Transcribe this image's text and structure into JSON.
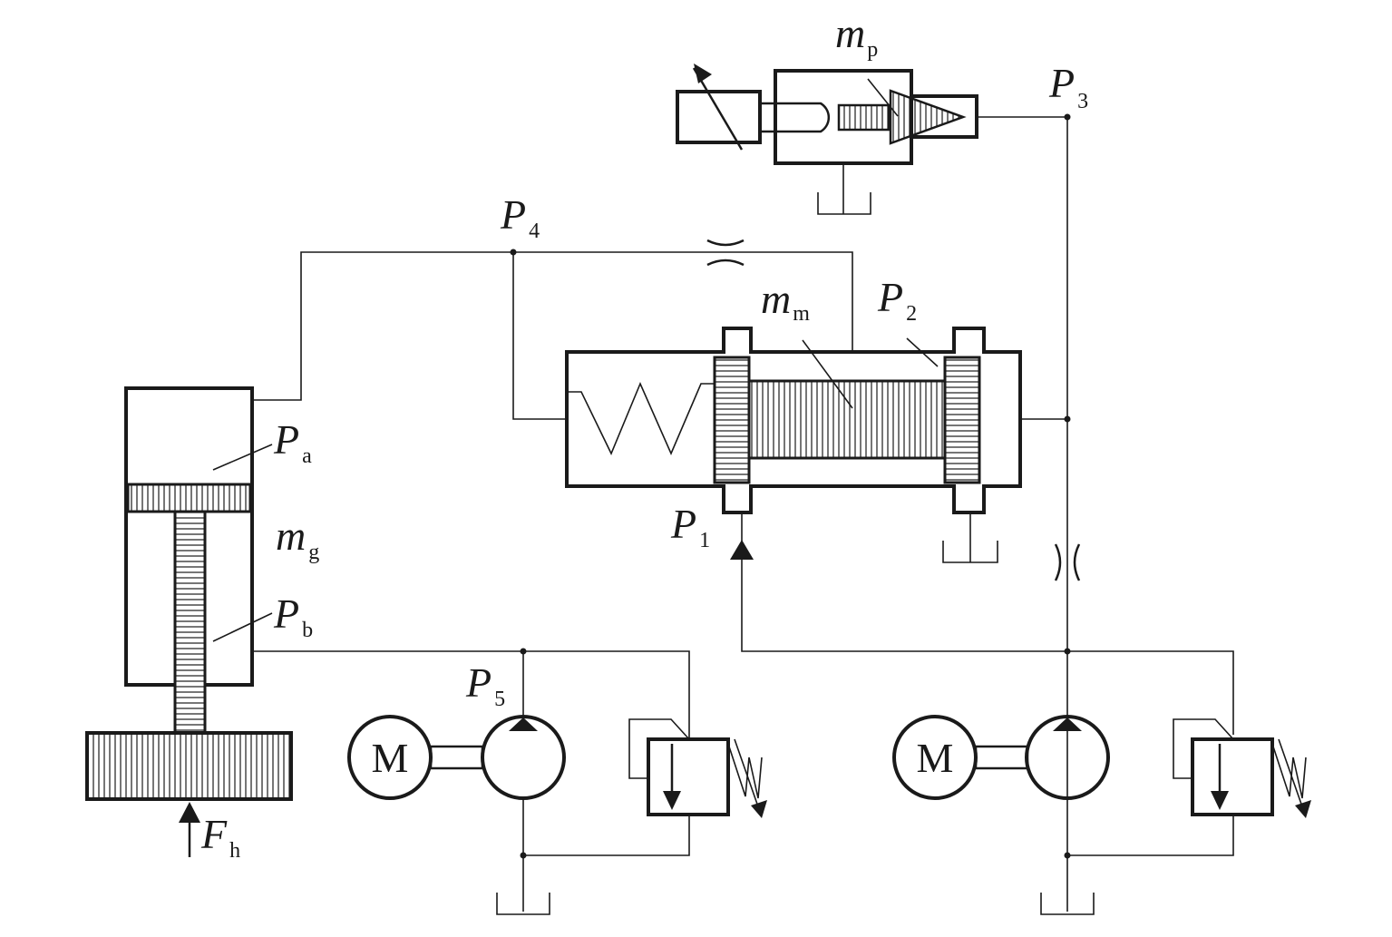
{
  "labels": {
    "m_p": {
      "main": "m",
      "sub": "p"
    },
    "P3": {
      "main": "P",
      "sub": "3"
    },
    "P4": {
      "main": "P",
      "sub": "4"
    },
    "m_m": {
      "main": "m",
      "sub": "m"
    },
    "P2": {
      "main": "P",
      "sub": "2"
    },
    "Pa": {
      "main": "P",
      "sub": "a"
    },
    "m_g": {
      "main": "m",
      "sub": "g"
    },
    "P1": {
      "main": "P",
      "sub": "1"
    },
    "Pb": {
      "main": "P",
      "sub": "b"
    },
    "P5": {
      "main": "P",
      "sub": "5"
    },
    "Fh": {
      "main": "F",
      "sub": "h"
    }
  },
  "motors": {
    "left": "M",
    "right": "M"
  }
}
